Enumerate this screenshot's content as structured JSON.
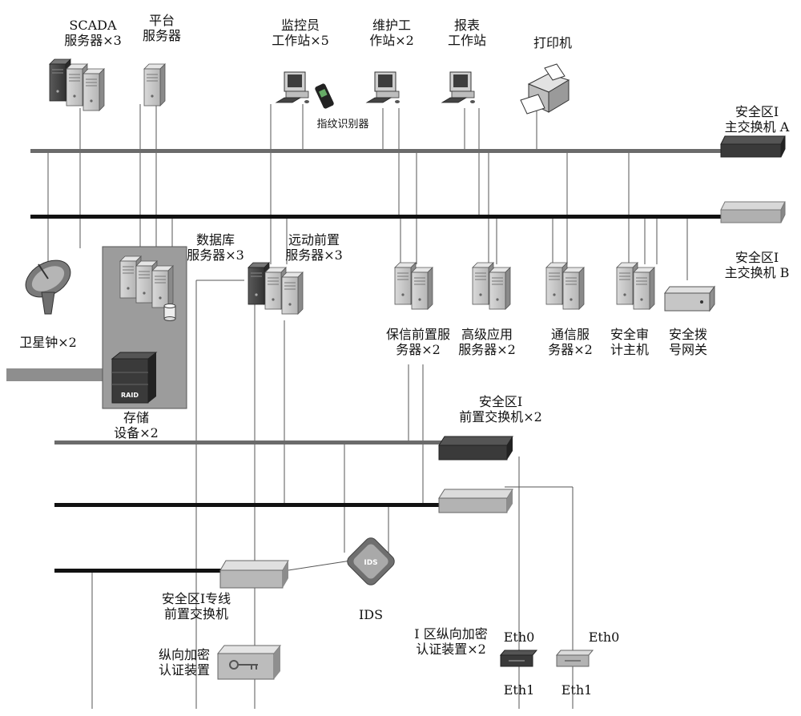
{
  "labels": {
    "scada_servers": [
      "SCADA",
      "服务器×3"
    ],
    "platform_server": [
      "平台",
      "服务器"
    ],
    "monitor_ws": [
      "监控员",
      "工作站×5"
    ],
    "fingerprint_reader": "指纹识别器",
    "maint_ws": [
      "维护工",
      "作站×2"
    ],
    "report_ws": [
      "报表",
      "工作站"
    ],
    "printer": "打印机",
    "main_switch_a": [
      "安全区I",
      "主交换机 A"
    ],
    "main_switch_b": [
      "安全区I",
      "主交换机 B"
    ],
    "db_servers": [
      "数据库",
      "服务器×3"
    ],
    "remote_front_servers": [
      "远动前置",
      "服务器×3"
    ],
    "satellite_clock": "卫星钟×2",
    "storage": [
      "存储",
      "设备×2"
    ],
    "protection_front_servers": [
      "保信前置服",
      "务器×2"
    ],
    "advanced_app_servers": [
      "高级应用",
      "服务器×2"
    ],
    "comm_servers": [
      "通信服",
      "务器×2"
    ],
    "security_audit_host": [
      "安全审",
      "计主机"
    ],
    "security_dialup_gateway": [
      "安全拨",
      "号网关"
    ],
    "front_switch": [
      "安全区I",
      "前置交换机×2"
    ],
    "dedicated_front_switch": [
      "安全区I专线",
      "前置交换机"
    ],
    "ids": "IDS",
    "ids_badge": "IDS",
    "raid_badge": "RAID",
    "vertical_encrypt": [
      "纵向加密",
      "认证装置"
    ],
    "zone1_vertical_encrypt": [
      "I 区纵向加密",
      "认证装置×2"
    ],
    "eth0_a": "Eth0",
    "eth0_b": "Eth0",
    "eth1_a": "Eth1",
    "eth1_b": "Eth1"
  }
}
